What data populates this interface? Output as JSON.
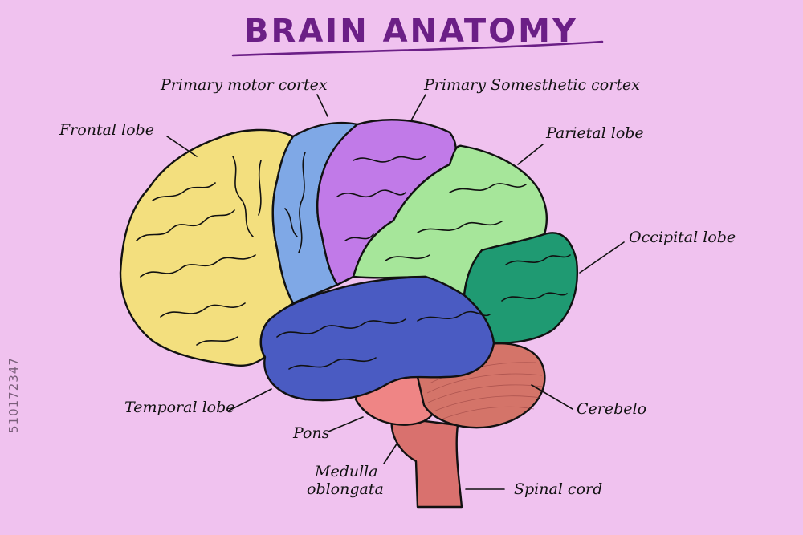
{
  "title": "BRAIN ANATOMY",
  "labels": {
    "primary_motor_cortex": "Primary motor cortex",
    "primary_somesthetic_cortex": "Primary Somesthetic cortex",
    "frontal_lobe": "Frontal lobe",
    "parietal_lobe": "Parietal lobe",
    "occipital_lobe": "Occipital lobe",
    "temporal_lobe": "Temporal lobe",
    "cerebelo": "Cerebelo",
    "pons": "Pons",
    "medulla_line1": "Medulla",
    "medulla_line2": "oblongata",
    "spinal_cord": "Spinal cord"
  },
  "watermark": "510172347",
  "colors": {
    "background": "#f0c2ef",
    "title": "#6b1f86",
    "frontal_lobe": "#f3df7e",
    "primary_motor_cortex": "#7fa8e6",
    "primary_somesthetic_cortex": "#c17ae8",
    "parietal_lobe": "#a6e69a",
    "occipital_lobe": "#1f9a72",
    "temporal_lobe": "#4a5bc2",
    "cerebelo": "#d47469",
    "pons": "#ef8585",
    "medulla_spinal": "#d9716e"
  }
}
